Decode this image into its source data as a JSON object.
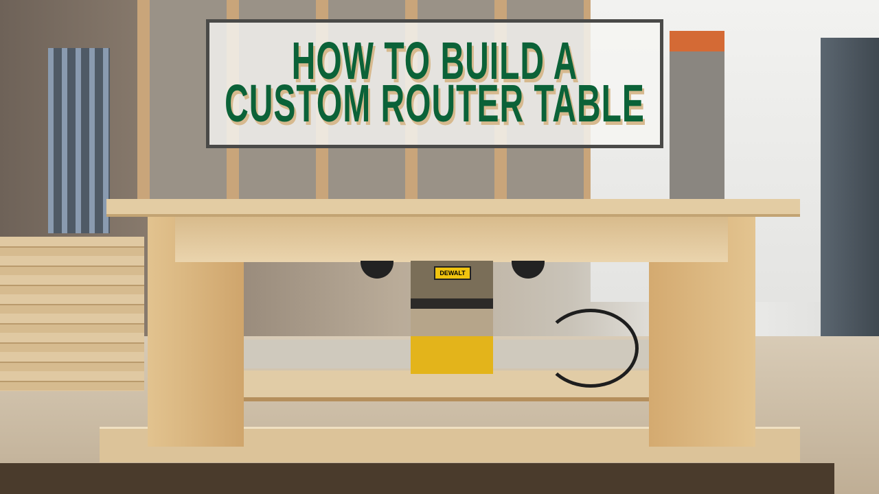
{
  "thumbnail": {
    "title_lines": [
      "HOW TO BUILD A",
      "CUSTOM ROUTER TABLE"
    ],
    "router_brand": "DEWALT",
    "colors": {
      "title_text": "#0b6238",
      "title_shadow": "#d6b98e",
      "title_border": "#4a4a48",
      "router_yellow": "#e3b41b"
    }
  }
}
